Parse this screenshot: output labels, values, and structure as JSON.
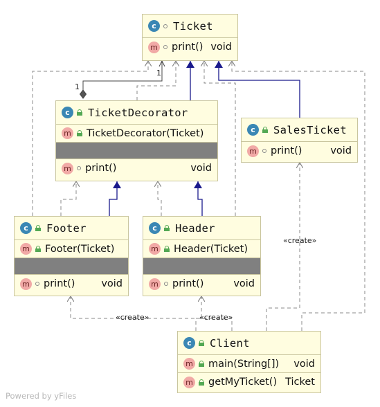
{
  "classes": {
    "ticket": {
      "name": "Ticket",
      "print": {
        "name": "print()",
        "ret": "void"
      }
    },
    "decorator": {
      "name": "TicketDecorator",
      "ctor": "TicketDecorator(Ticket)",
      "print": {
        "name": "print()",
        "ret": "void"
      }
    },
    "sales": {
      "name": "SalesTicket",
      "print": {
        "name": "print()",
        "ret": "void"
      }
    },
    "footer": {
      "name": "Footer",
      "ctor": "Footer(Ticket)",
      "print": {
        "name": "print()",
        "ret": "void"
      }
    },
    "header": {
      "name": "Header",
      "ctor": "Header(Ticket)",
      "print": {
        "name": "print()",
        "ret": "void"
      }
    },
    "client": {
      "name": "Client",
      "main": {
        "name": "main(String[])",
        "ret": "void"
      },
      "get": {
        "name": "getMyTicket()",
        "ret": "Ticket"
      }
    }
  },
  "badges": {
    "class": "c",
    "method": "m"
  },
  "labels": {
    "mult_ticket": "1",
    "mult_decorator": "1",
    "create_sales": "«create»",
    "create_footer": "«create»",
    "create_header": "«create»"
  },
  "watermark": "Powered by yFiles",
  "colors": {
    "box_fill": "#fffde0",
    "box_border": "#c9c59e",
    "inherit": "#1a1a8c",
    "dashed": "#888888",
    "class_badge": "#3a87b4",
    "method_badge": "#f1a9a6"
  }
}
